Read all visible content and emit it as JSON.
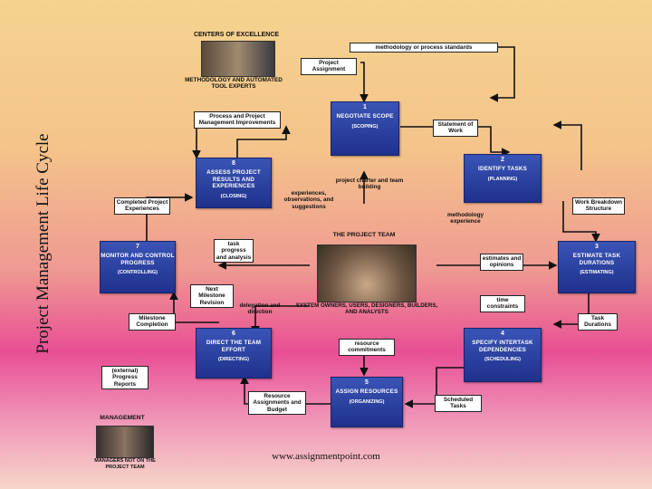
{
  "vertical_title": "Project Management Life Cycle",
  "footer": "www.assignmentpoint.com",
  "top": {
    "centers": "CENTERS OF EXCELLENCE",
    "methodology_experts": "METHODOLOGY AND AUTOMATED TOOL EXPERTS"
  },
  "stages": [
    {
      "num": "1",
      "name": "NEGOTIATE SCOPE",
      "phase": "(SCOPING)"
    },
    {
      "num": "2",
      "name": "IDENTIFY TASKS",
      "phase": "(PLANNING)"
    },
    {
      "num": "3",
      "name": "ESTIMATE TASK DURATIONS",
      "phase": "(ESTIMATING)"
    },
    {
      "num": "4",
      "name": "SPECIFY INTERTASK DEPENDENCIES",
      "phase": "(SCHEDULING)"
    },
    {
      "num": "5",
      "name": "ASSIGN RESOURCES",
      "phase": "(ORGANIZING)"
    },
    {
      "num": "6",
      "name": "DIRECT THE TEAM EFFORT",
      "phase": "(DIRECTING)"
    },
    {
      "num": "7",
      "name": "MONITOR AND CONTROL PROGRESS",
      "phase": "(CONTROLLING)"
    },
    {
      "num": "8",
      "name": "ASSESS PROJECT RESULTS AND EXPERIENCES",
      "phase": "(CLOSING)"
    }
  ],
  "labels": {
    "methodology_standards": "methodology or process standards",
    "project_assignment": "Project Assignment",
    "process_improvements": "Process and Project Management Improvements",
    "statement_of_work": "Statement of Work",
    "project_charter": "project charter and team building",
    "experiences": "experiences, observations, and suggestions",
    "completed_experiences": "Completed Project Experiences",
    "methodology_experience": "methodology experience",
    "wbs": "Work Breakdown Structure",
    "project_team": "THE PROJECT TEAM",
    "task_progress": "task progress and analysis",
    "estimates": "estimates and opinions",
    "next_milestone": "Next Milestone Revision",
    "delegation": "delegation and direction",
    "time_constraints": "time constraints",
    "system_owners": "SYSTEM OWNERS, USERS, DESIGNERS, BUILDERS, AND ANALYSTS",
    "milestone_completion": "Milestone Completion",
    "task_durations": "Task Durations",
    "resource_commitments": "resource commitments",
    "external_reports": "(external) Progress Reports",
    "resource_assignments": "Resource Assignments and Budget",
    "scheduled_tasks": "Scheduled Tasks",
    "management": "MANAGEMENT",
    "managers_not_on_team": "MANAGERS NOT ON THE PROJECT TEAM"
  }
}
